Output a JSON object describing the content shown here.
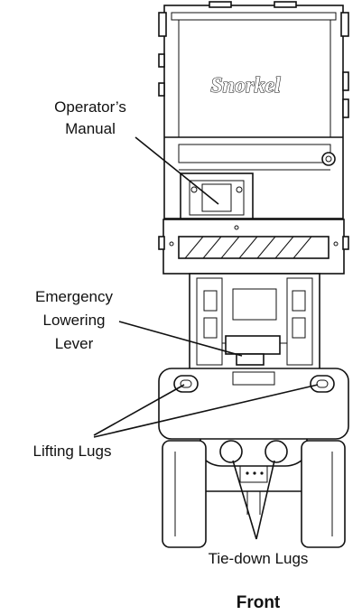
{
  "brand": "Snorkel",
  "labels": {
    "operators_manual": [
      "Operator’s",
      "Manual"
    ],
    "emergency_lowering_lever": [
      "Emergency",
      "Lowering",
      "Lever"
    ],
    "lifting_lugs": "Lifting Lugs",
    "tie_down_lugs": "Tie-down Lugs"
  },
  "view_caption": "Front"
}
